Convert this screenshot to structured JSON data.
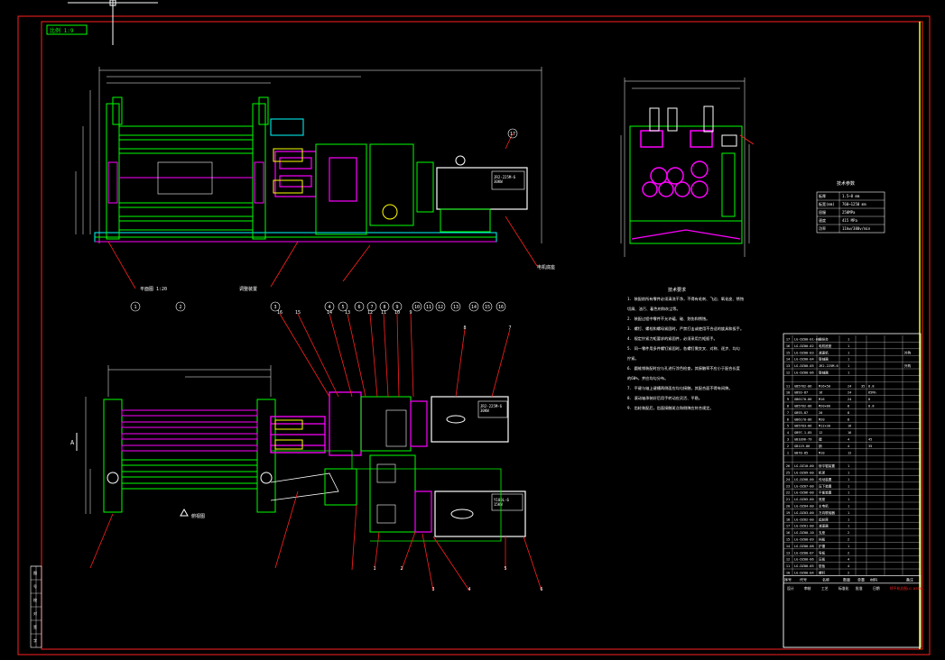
{
  "drawing": {
    "scale_label": "比例 1:9",
    "plan_view_label": "俯视图",
    "section_mark": "A",
    "colors": {
      "background": "#000000",
      "frame": "#ff2020",
      "outline": "#00ff00",
      "machine": "#ff00ff",
      "dimension": "#ffffff",
      "text": "#ffff00",
      "leader": "#ff2020",
      "motor": "#ffffff",
      "grid": "#00ffff"
    }
  },
  "front_view": {
    "callouts": [
      "17",
      "16",
      "15",
      "14",
      "13",
      "12",
      "11",
      "10",
      "9",
      "8",
      "7",
      "6",
      "5",
      "4",
      "3",
      "2",
      "1"
    ],
    "motor_plate": "JR2-225M-6\n30KW",
    "notes_left": [
      "平面图 1:20"
    ],
    "notes_mid": [
      "调整装置"
    ],
    "notes_right": [
      "电机底座"
    ]
  },
  "side_view": {
    "params_title": "技术参数",
    "params": [
      {
        "k": "板厚",
        "v": "1.5~8 mm"
      },
      {
        "k": "板宽(mm)",
        "v": "760~1250 mm"
      },
      {
        "k": "屈服",
        "v": "250MPa"
      },
      {
        "k": "速度",
        "v": "415 MPa"
      },
      {
        "k": "功率",
        "v": "11kw/380v/min"
      }
    ]
  },
  "notes": {
    "title": "技术要求",
    "items": [
      "1. 装配前所有零件必须清洗干净，不得有毛刺、飞边、氧化皮、锈蚀",
      "   切屑、油污、着色剂和灰尘等。",
      "2. 装配过程中零件不允许磕、碰、划伤和锈蚀。",
      "3. 螺钉、螺栓和螺母紧固时，严禁打击或使用不合适的旋具和扳手。",
      "4. 规定拧紧力矩要求的紧固件，必须采用力矩扳手。",
      "5. 同一零件用多件螺钉紧固时，各螺钉需交叉、对称、逐步、均匀",
      "   拧紧。",
      "6. 圆锥销装配时应与孔进行涂色检查，其接触率不应小于配合长度",
      "   的60%，并应均匀分布。",
      "7. 平键与轴上键槽两侧面应均匀接触，其配合面不得有间隙。",
      "8. 滚动轴承装好后用手转动应灵活、平稳。",
      "9. 齿轮装配后，齿面接触斑点和侧隙应符合规定。"
    ]
  },
  "plan_view": {
    "motor_plate_top": "JR2-225M-6\n30KW",
    "motor_plate_bottom": "Y180L-6\n15KW",
    "callouts": [
      "16",
      "15",
      "14",
      "13",
      "12",
      "11",
      "10",
      "9",
      "8",
      "7",
      "6",
      "5",
      "4",
      "3",
      "2",
      "1"
    ]
  },
  "bom": {
    "rows_top": [
      [
        "17",
        "LG-DZ00-01-00",
        "操纵台",
        "1",
        "",
        "",
        ""
      ],
      [
        "16",
        "LG-DZ00-02",
        "电机底座",
        "1",
        "",
        "",
        ""
      ],
      [
        "15",
        "LG-DZ00-03",
        "减速机",
        "1",
        "",
        "",
        "外购"
      ],
      [
        "14",
        "LG-DZ00-04",
        "联轴器",
        "1",
        "",
        "",
        ""
      ],
      [
        "13",
        "LG-DZ00-05",
        "JR2-225M-6",
        "1",
        "",
        "",
        "外购"
      ],
      [
        "12",
        "LG-DZ00-06",
        "联轴器",
        "1",
        "",
        "",
        ""
      ]
    ],
    "rows_mid": [
      [
        "11",
        "GB5782-86",
        "M16×50",
        "24",
        "35",
        "8.8",
        ""
      ],
      [
        "10",
        "GB93-87",
        "16",
        "24",
        "",
        "65Mn",
        ""
      ],
      [
        "9",
        "GB6170-86",
        "M16",
        "24",
        "",
        "8",
        ""
      ],
      [
        "8",
        "GB5782-86",
        "M20×80",
        "8",
        "",
        "8.8",
        ""
      ],
      [
        "7",
        "GB93-87",
        "20",
        "8",
        "",
        "",
        ""
      ],
      [
        "6",
        "GB6170-86",
        "M20",
        "8",
        "",
        "",
        ""
      ],
      [
        "5",
        "GB5783-86",
        "M12×30",
        "16",
        "",
        "",
        ""
      ],
      [
        "4",
        "GB97.1-85",
        "12",
        "16",
        "",
        "",
        ""
      ],
      [
        "3",
        "GB1096-79",
        "键",
        "4",
        "",
        "45",
        ""
      ],
      [
        "2",
        "GB119-86",
        "销",
        "4",
        "",
        "35",
        ""
      ],
      [
        "1",
        "GB70-85",
        "M10",
        "12",
        "",
        "",
        ""
      ]
    ],
    "rows_bottom": [
      [
        "26",
        "LG-DZ10-00",
        "矫平辊装置",
        "1",
        "",
        "",
        ""
      ],
      [
        "25",
        "LG-DZ09-00",
        "机架",
        "1",
        "",
        "",
        ""
      ],
      [
        "24",
        "LG-DZ08-00",
        "传动装置",
        "1",
        "",
        "",
        ""
      ],
      [
        "23",
        "LG-DZ07-00",
        "压下装置",
        "1",
        "",
        "",
        ""
      ],
      [
        "22",
        "LG-DZ06-00",
        "平衡装置",
        "1",
        "",
        "",
        ""
      ],
      [
        "21",
        "LG-DZ05-00",
        "底座",
        "1",
        "",
        "",
        ""
      ],
      [
        "20",
        "LG-DZ04-00",
        "主电机",
        "1",
        "",
        "",
        ""
      ],
      [
        "19",
        "LG-DZ03-00",
        "万向联轴器",
        "1",
        "",
        "",
        ""
      ],
      [
        "18",
        "LG-DZ02-00",
        "齿轮座",
        "1",
        "",
        "",
        ""
      ],
      [
        "17",
        "LG-DZ01-00",
        "减速器",
        "1",
        "",
        "",
        ""
      ],
      [
        "16",
        "LG-DZ00-10",
        "支座",
        "2",
        "",
        "",
        ""
      ],
      [
        "15",
        "LG-DZ00-09",
        "挡板",
        "2",
        "",
        "",
        ""
      ],
      [
        "14",
        "LG-DZ00-08",
        "护罩",
        "1",
        "",
        "",
        ""
      ],
      [
        "13",
        "LG-DZ00-07",
        "导板",
        "2",
        "",
        "",
        ""
      ],
      [
        "12",
        "LG-DZ00-06",
        "压板",
        "4",
        "",
        "",
        ""
      ],
      [
        "11",
        "LG-DZ00-05",
        "垫板",
        "4",
        "",
        "",
        ""
      ],
      [
        "10",
        "LG-DZ00-04",
        "螺杆",
        "2",
        "",
        "",
        ""
      ]
    ],
    "header": [
      "序号",
      "代号",
      "名称",
      "数量",
      "单重",
      "材料",
      "备注"
    ],
    "footer": [
      "设计",
      "审核",
      "工艺",
      "标准化",
      "批准",
      "日期",
      "矫平机总图",
      "LG-DZ00"
    ]
  },
  "side_strip": [
    "图",
    "号",
    "校",
    "对",
    "签",
    "字"
  ]
}
